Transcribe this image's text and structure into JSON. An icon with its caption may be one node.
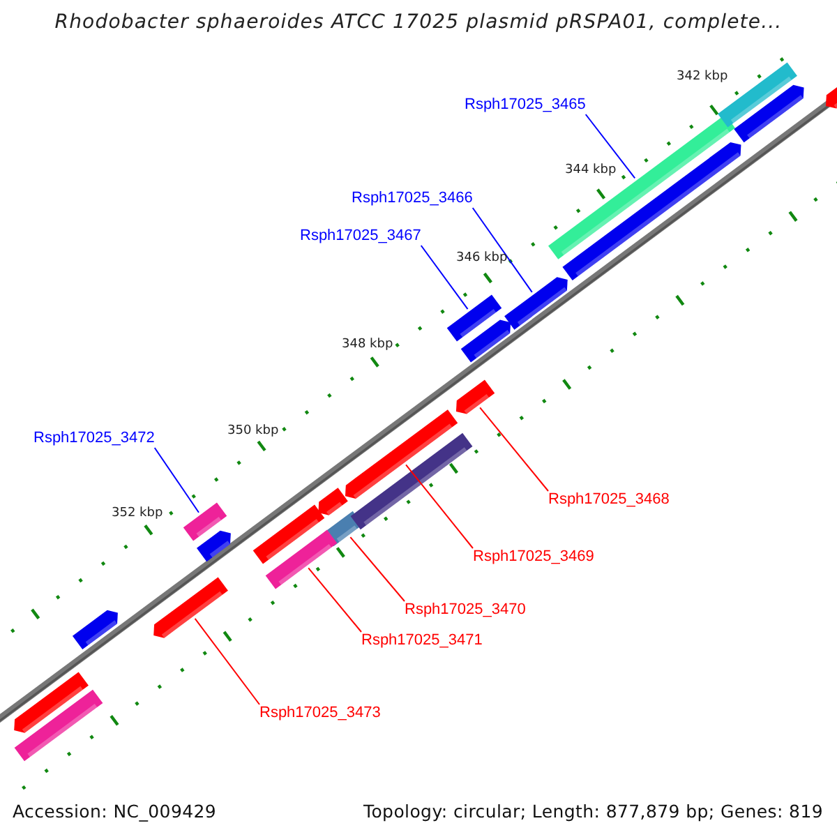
{
  "diagram": {
    "title": "Rhodobacter sphaeroides ATCC 17025 plasmid pRSPA01, complete...",
    "nodes": [
      {
        "text": [
          "Rsph17025_3465"
        ]
      },
      {
        "text": [
          "Rsph17025_3466"
        ]
      },
      {
        "text": [
          "Rsph17025_3467"
        ]
      },
      {
        "text": [
          "Rsph17025_3472"
        ]
      },
      {
        "text": [
          "Rsph17025_3468"
        ]
      },
      {
        "text": [
          "Rsph17025_3469"
        ]
      },
      {
        "text": [
          "Rsph17025_3470"
        ]
      },
      {
        "text": [
          "Rsph17025_3471"
        ]
      },
      {
        "text": [
          "Rsph17025_3473"
        ]
      },
      {
        "text": [],
        "shape": "bar"
      },
      {
        "text": [],
        "shape": "bar"
      },
      {
        "text": [],
        "shape": "bar"
      },
      {
        "text": [],
        "shape": "bar"
      },
      {
        "text": [],
        "shape": "bar"
      },
      {
        "text": [],
        "shape": "bar"
      },
      {
        "text": [],
        "shape": "bar"
      },
      {
        "text": [],
        "shape": "bar"
      },
      {
        "text": [],
        "shape": "bar"
      },
      {
        "text": [],
        "shape": "bar"
      },
      {
        "text": [],
        "shape": "bar"
      },
      {
        "text": [],
        "shape": "bar"
      },
      {
        "text": [],
        "shape": "bar"
      },
      {
        "text": [],
        "shape": "bar"
      },
      {
        "text": [],
        "shape": "bar"
      },
      {
        "text": [],
        "shape": "bar"
      },
      {
        "text": [],
        "shape": "bar"
      },
      {
        "text": [],
        "shape": "bar"
      },
      {
        "text": [],
        "shape": "bar"
      },
      {
        "text": [],
        "shape": "bar"
      },
      {
        "text": [],
        "shape": "bar"
      }
    ],
    "edges": [
      {
        "from": 0,
        "to": 9,
        "arrow": "none",
        "color": "#0000ff"
      },
      {
        "from": 1,
        "to": 10,
        "arrow": "none",
        "color": "#0000ff"
      },
      {
        "from": 2,
        "to": 11,
        "arrow": "none",
        "color": "#0000ff"
      },
      {
        "from": 3,
        "to": 12,
        "arrow": "none",
        "color": "#0000ff"
      },
      {
        "from": 4,
        "to": 13,
        "arrow": "none"
      },
      {
        "from": 5,
        "to": 14,
        "arrow": "none"
      },
      {
        "from": 6,
        "to": 15,
        "arrow": "none"
      },
      {
        "from": 7,
        "to": 16,
        "arrow": "none"
      },
      {
        "from": 8,
        "to": 17,
        "arrow": "none"
      }
    ],
    "labels": [
      "342 kbp",
      "344 kbp",
      "346 kbp",
      "348 kbp",
      "350 kbp",
      "352 kbp",
      "Accession: NC_009429",
      "Topology: circular; Length: 877,879 bp; Genes: 819"
    ]
  }
}
